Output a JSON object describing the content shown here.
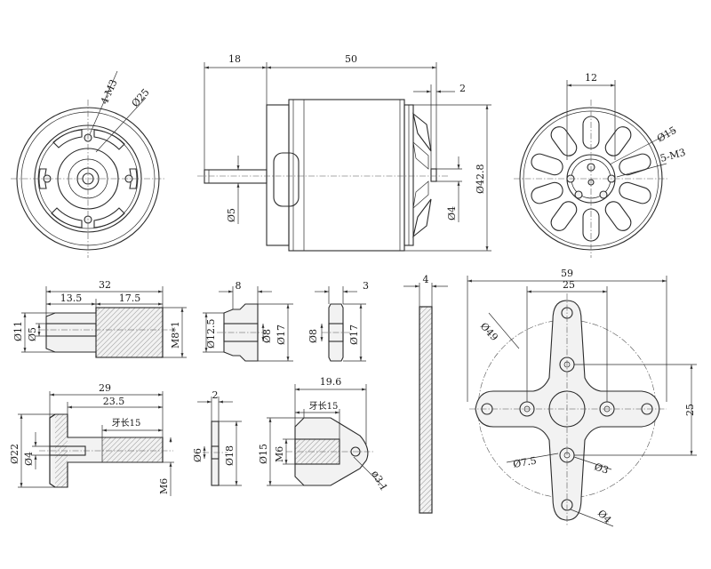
{
  "motor_side_view": {
    "dim_front_shaft": "18",
    "dim_body_length": "50",
    "dim_rear_gap": "2",
    "dim_body_dia": "Ø42.8",
    "dim_front_shaft_dia": "Ø5",
    "dim_rear_shaft_dia": "Ø4"
  },
  "motor_front_view": {
    "label_holes": "4-M3",
    "label_bolt_circle": "Ø25"
  },
  "motor_rear_view": {
    "label_spacing": "12",
    "label_circle": "Ø15",
    "label_holes": "5-M3"
  },
  "prop_adapter_a": {
    "dim_total": "32",
    "dim_left": "13.5",
    "dim_right": "17.5",
    "dim_outer": "Ø11",
    "dim_bore": "Ø5",
    "dim_thread": "M8*1"
  },
  "prop_adapter_b": {
    "dim_total": "29",
    "dim_mid": "23.5",
    "dim_thread_len": "牙长15",
    "dim_flange": "Ø22",
    "dim_bore": "Ø4",
    "dim_thread": "M6"
  },
  "cone_washer": {
    "dim_width": "8",
    "dim_small": "Ø12.5",
    "dim_bore": "Ø8",
    "dim_outer": "Ø17"
  },
  "flat_washer_8": {
    "dim_width": "3",
    "dim_bore": "Ø8",
    "dim_outer": "Ø17"
  },
  "flat_washer_6": {
    "dim_width": "2",
    "dim_bore": "Ø6",
    "dim_outer": "Ø18"
  },
  "prop_nut": {
    "dim_total": "19.6",
    "dim_thread_len": "牙长15",
    "dim_outer": "Ø15",
    "dim_thread": "M6",
    "dim_hole": "ø3.1"
  },
  "x_mount_side": {
    "dim_thickness": "4"
  },
  "x_mount_top": {
    "dim_span": "59",
    "dim_inner": "25",
    "dim_vertical": "25",
    "dim_circle": "Ø49",
    "dim_center_hole": "Ø7.5",
    "dim_small_hole": "Ø3",
    "dim_end_hole": "Ø4"
  }
}
